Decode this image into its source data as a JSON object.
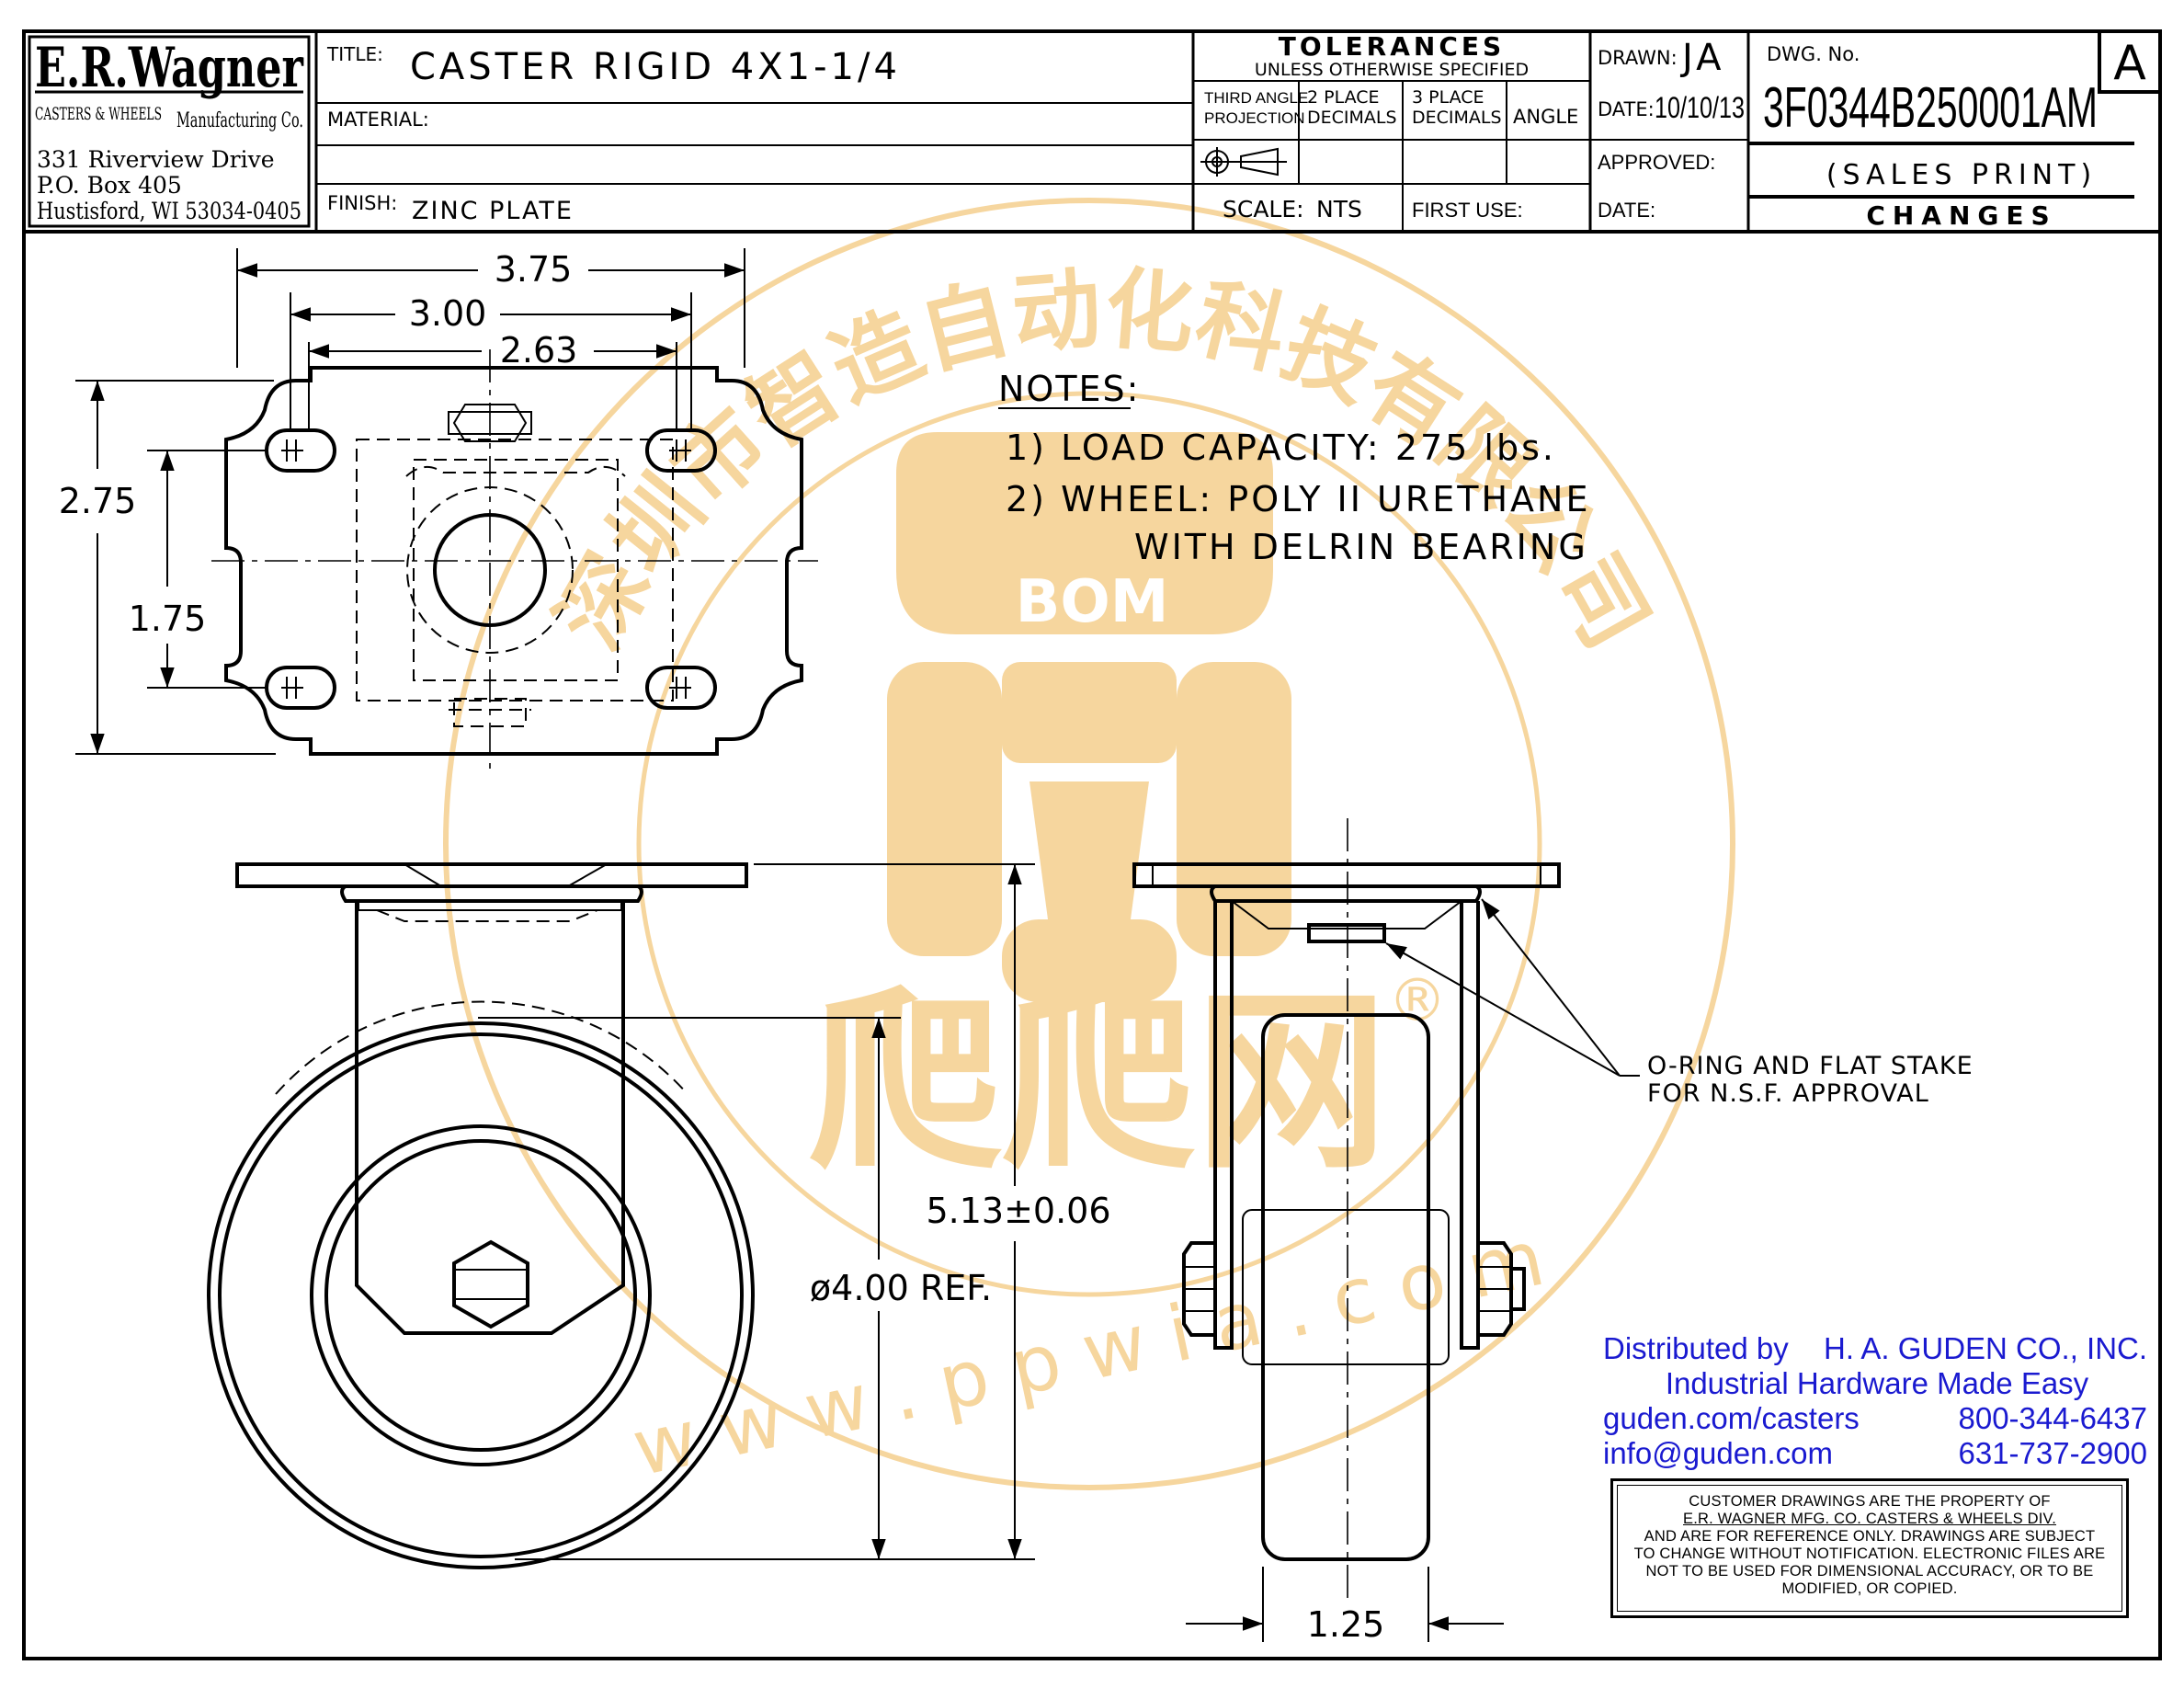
{
  "company": {
    "logo_text": "E.R.Wagner",
    "tagline_left": "CASTERS & WHEELS",
    "tagline_right": "Manufacturing Co.",
    "address1": "331 Riverview Drive",
    "address2": "P.O. Box 405",
    "address3": "Hustisford, WI 53034-0405"
  },
  "title_block": {
    "title_label": "TITLE:",
    "title_value": "CASTER RIGID 4X1-1/4",
    "material_label": "MATERIAL:",
    "finish_label": "FINISH:",
    "finish_value": "ZINC PLATE",
    "tolerances_title": "TOLERANCES",
    "tolerances_sub": "UNLESS OTHERWISE SPECIFIED",
    "third_angle_1": "THIRD ANGLE",
    "third_angle_2": "PROJECTION",
    "two_place_1": "2 PLACE",
    "two_place_2": "DECIMALS",
    "three_place_1": "3 PLACE",
    "three_place_2": "DECIMALS",
    "angle_label": "ANGLE",
    "scale_label": "SCALE:",
    "scale_value": "NTS",
    "first_use_label": "FIRST USE:",
    "drawn_label": "DRAWN:",
    "drawn_value": "JA",
    "date_label": "DATE:",
    "date_value": "10/10/13",
    "approved_label": "APPROVED:",
    "date2_label": "DATE:",
    "dwg_label": "DWG. No.",
    "dwg_value": "3F0344B250001AM",
    "revision": "A",
    "sales_print": "(SALES PRINT)",
    "changes": "CHANGES"
  },
  "dimensions": {
    "plate_width": "3.75",
    "hole_span": "3.00",
    "hole_span_inner": "2.63",
    "plate_height": "2.75",
    "hole_height": "1.75",
    "overall_height": "5.13±0.06",
    "wheel_dia": "ø4.00 REF.",
    "wheel_width": "1.25"
  },
  "notes": {
    "header": "NOTES:",
    "n1": "1) LOAD CAPACITY: 275 lbs.",
    "n2a": "2) WHEEL: POLY II URETHANE",
    "n2b": "WITH DELRIN BEARING"
  },
  "callout": {
    "line1": "O-RING AND FLAT STAKE",
    "line2": "FOR N.S.F. APPROVAL"
  },
  "distributor": {
    "by_label": "Distributed by",
    "name": "H. A. GUDEN CO., INC.",
    "slogan": "Industrial Hardware Made Easy",
    "web": "guden.com/casters",
    "phone1": "800-344-6437",
    "email": "info@guden.com",
    "phone2": "631-737-2900"
  },
  "disclaimer": {
    "line1": "CUSTOMER DRAWINGS ARE THE PROPERTY OF",
    "line2": "E.R. WAGNER MFG. CO. CASTERS & WHEELS DIV.",
    "line3": "AND ARE FOR REFERENCE ONLY. DRAWINGS ARE SUBJECT",
    "line4": "TO CHANGE WITHOUT NOTIFICATION. ELECTRONIC FILES ARE",
    "line5": "NOT TO BE USED FOR DIMENSIONAL ACCURACY, OR TO BE",
    "line6": "MODIFIED, OR COPIED."
  },
  "watermark": {
    "arc_text": "深圳市智造自动化科技有限公司",
    "bom": "BOM",
    "brand": "爬爬网",
    "registered": "®",
    "url": "w w w . p p w i a . c o m",
    "color": "#f5cf8e"
  }
}
